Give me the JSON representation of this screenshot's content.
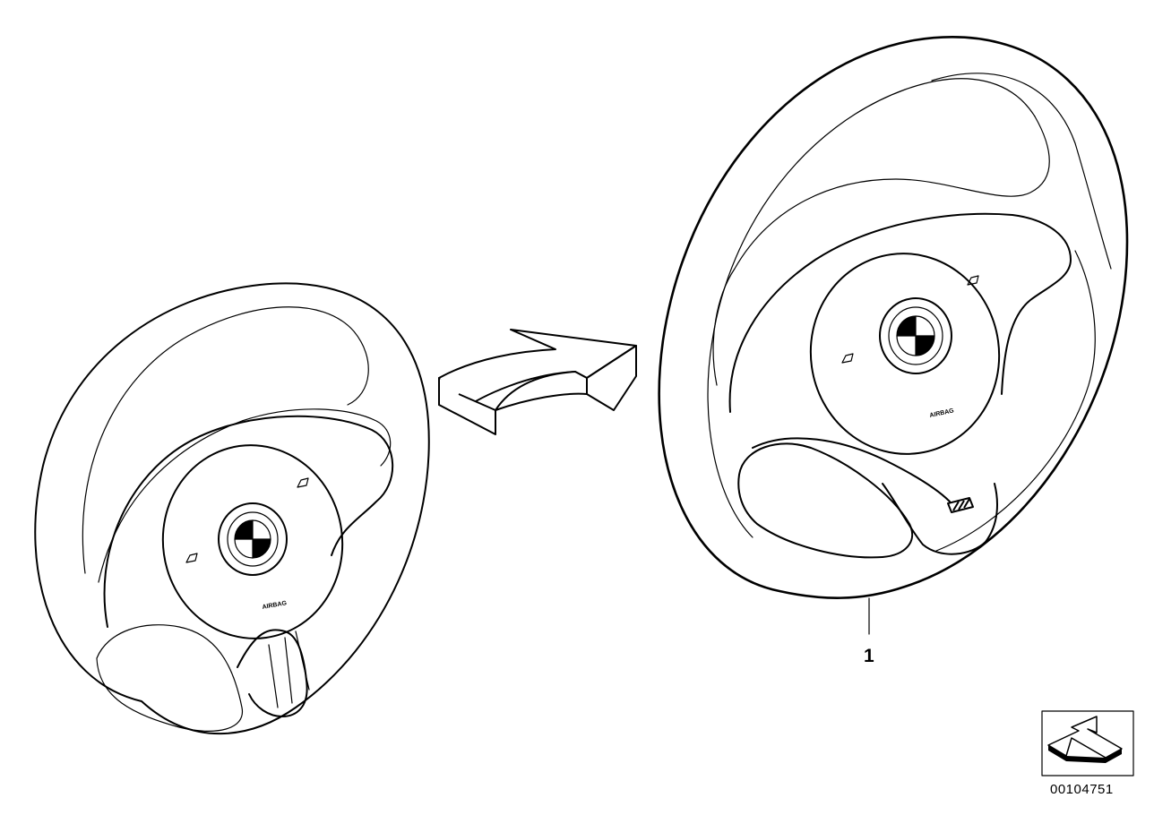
{
  "callout": {
    "part_number": "1"
  },
  "badge_text": {
    "airbag_left": "AIRBAG",
    "airbag_right": "AIRBAG"
  },
  "footer": {
    "diagram_id": "00104751"
  },
  "colors": {
    "ink": "#000000",
    "paper": "#ffffff"
  },
  "icons": {
    "transition_arrow": "curved-3d-arrow",
    "logo": "roundel-logo",
    "horn": "horn-icon",
    "m_badge": "m-badge-icon",
    "corner_mark": "3d-arrow-icon"
  }
}
